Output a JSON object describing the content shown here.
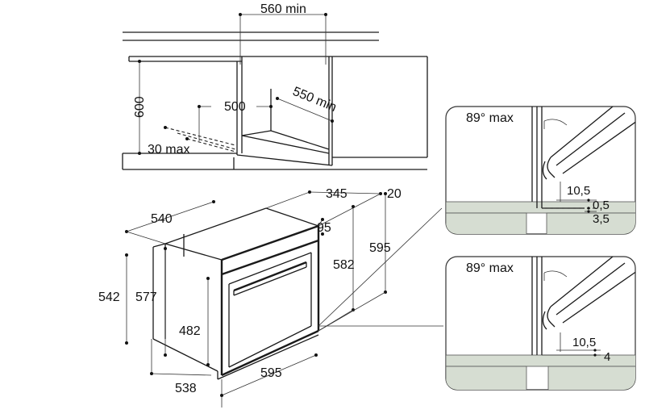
{
  "niche": {
    "width_min": "560 min",
    "height": "600",
    "depth_min": "550 min",
    "vent": "500",
    "rear_gap": "30 max"
  },
  "oven": {
    "top_depth": "540",
    "side_height": "542",
    "body_height": "577",
    "front_depth": "345",
    "front_offset": "20",
    "handle_offset": "95",
    "panel_height": "582",
    "total_height": "595",
    "door_height": "482",
    "bottom_depth": "538",
    "front_width": "595"
  },
  "detail_top": {
    "angle": "89° max",
    "gap_a": "10,5",
    "gap_b": "0,5",
    "gap_c": "3,5"
  },
  "detail_bottom": {
    "angle": "89° max",
    "gap_a": "10,5",
    "gap_b": "4"
  }
}
